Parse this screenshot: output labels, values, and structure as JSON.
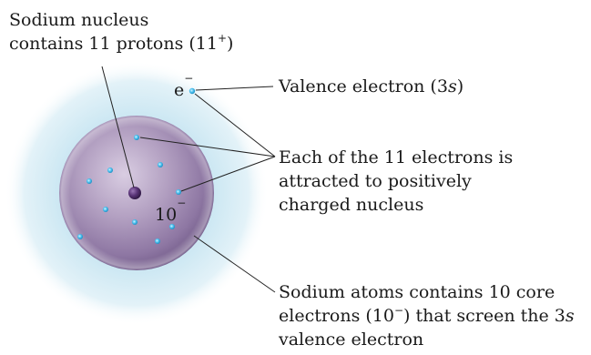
{
  "nucleus_label": {
    "line1": "Sodium nucleus",
    "line2_text": "contains 11 protons (11",
    "line2_sup": "+",
    "line2_close": ")"
  },
  "valence_label": {
    "electron_symbol": "e",
    "electron_sup": "−",
    "text_pre": "Valence electron (3",
    "text_italic": "s",
    "text_post": ")"
  },
  "attraction_label": {
    "line1": "Each of the 11 electrons is",
    "line2": "attracted to positively",
    "line3": "charged nucleus"
  },
  "core_charge": {
    "text": "10",
    "sup": "−"
  },
  "core_label": {
    "line1": "Sodium atoms contains 10 core",
    "line2_pre": "electrons (10",
    "line2_sup": "−",
    "line2_mid": ") that screen the 3",
    "line2_italic": "s",
    "line3": "valence electron"
  },
  "colors": {
    "halo": "#c9e6f2",
    "core_sphere": "#a38db3",
    "nucleus": "#4b2a66",
    "electron": "#38b6e8",
    "leader_line": "#222222"
  }
}
